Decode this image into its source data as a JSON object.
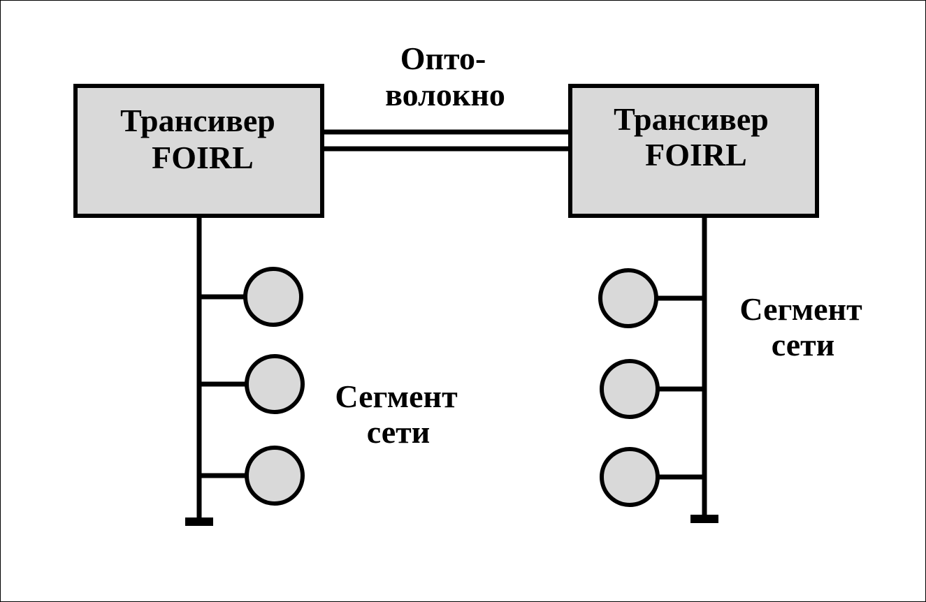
{
  "diagram": {
    "left_transceiver": {
      "line1": "Трансивер",
      "line2": "FOIRL"
    },
    "right_transceiver": {
      "line1": "Трансивер",
      "line2": "FOIRL"
    },
    "fiber_label": {
      "line1": "Опто-",
      "line2": "волокно"
    },
    "left_segment_label": {
      "line1": "Сегмент",
      "line2": "сети"
    },
    "right_segment_label": {
      "line1": "Сегмент",
      "line2": "сети"
    },
    "left_segment_node_count": 3,
    "right_segment_node_count": 3
  },
  "colors": {
    "box_fill": "#d9d9d9",
    "node_fill": "#d9d9d9",
    "stroke": "#000000",
    "background": "#ffffff"
  }
}
